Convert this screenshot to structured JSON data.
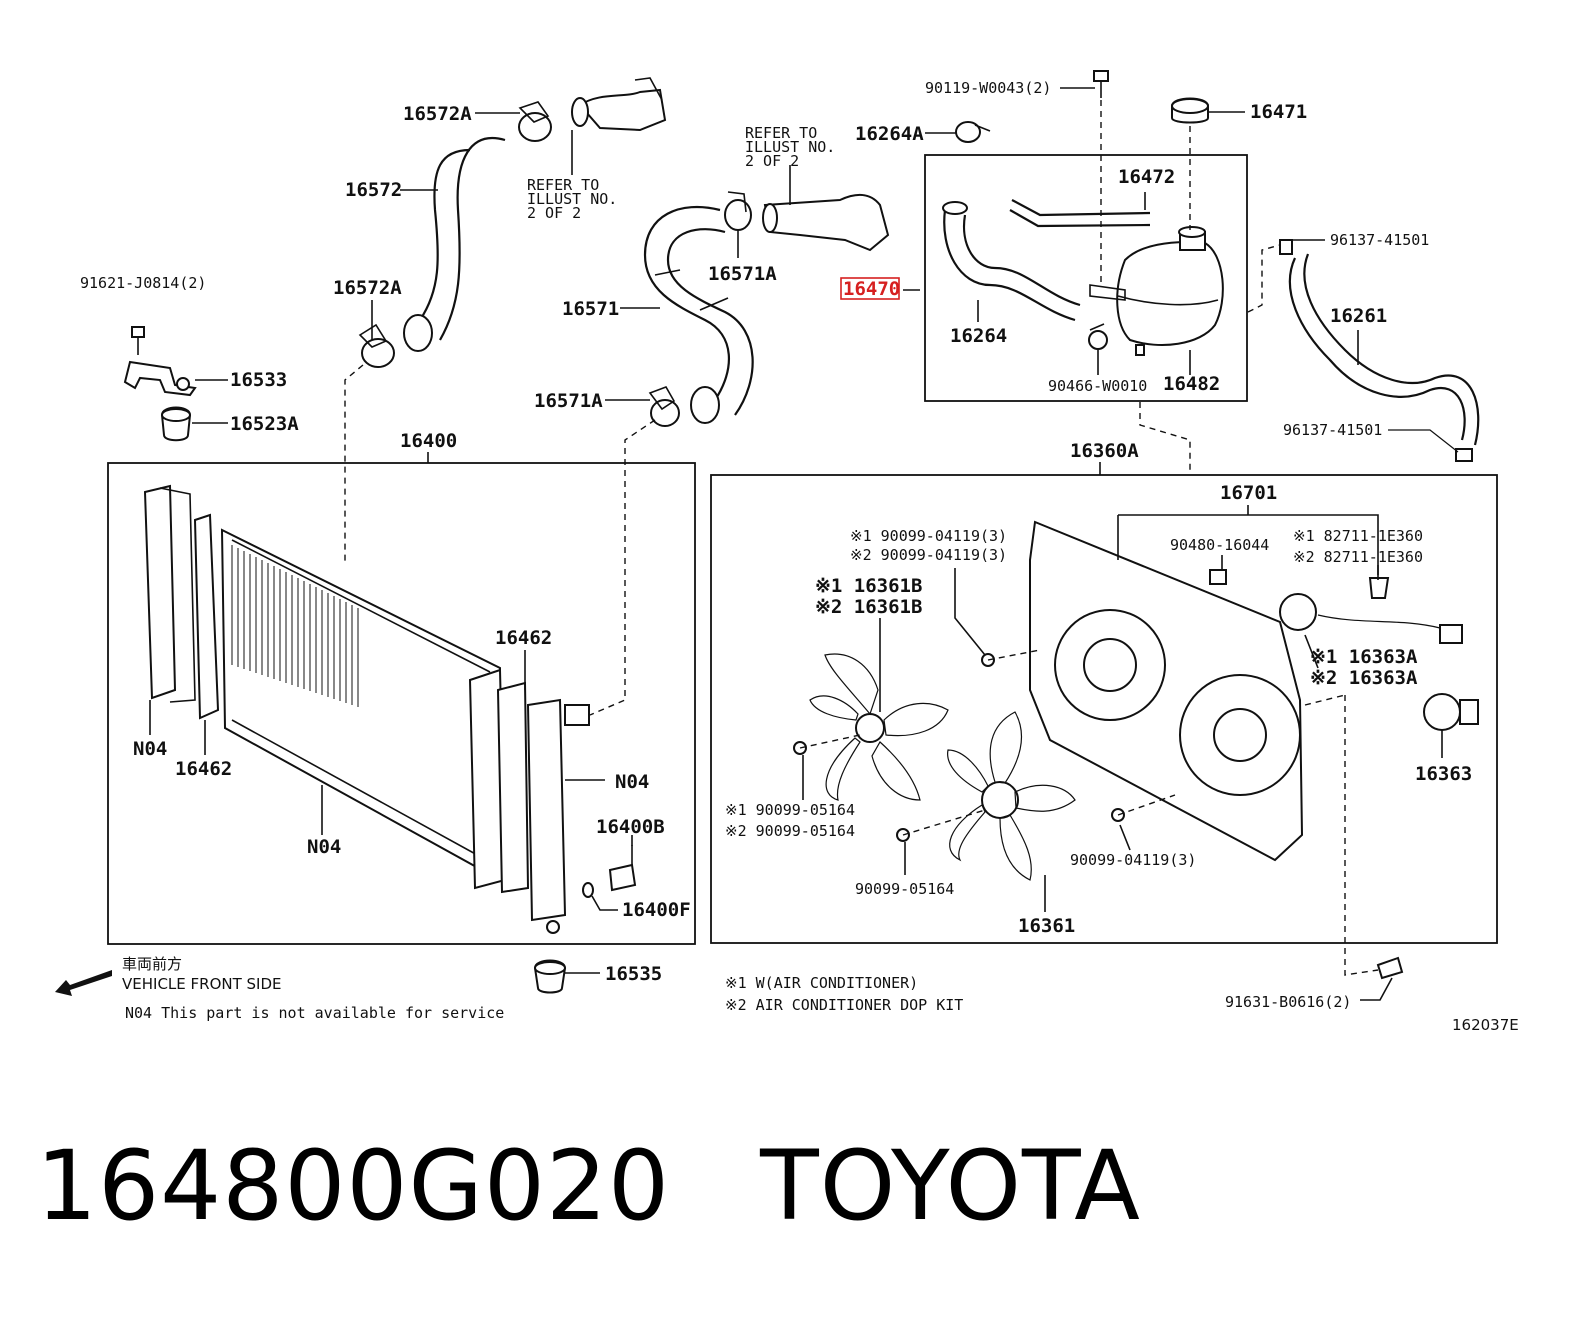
{
  "labels": {
    "p16572A_top": "16572A",
    "p16572": "16572",
    "refer1": [
      "REFER TO",
      "ILLUST NO.",
      "2 OF 2"
    ],
    "refer2": [
      "REFER TO",
      "ILLUST NO.",
      "2 OF 2"
    ],
    "p16264A": "16264A",
    "p90119": "90119-W0043(2)",
    "p16471": "16471",
    "p16472": "16472",
    "p91621": "91621-J0814(2)",
    "p16572A_mid": "16572A",
    "p16571A_top": "16571A",
    "p16571": "16571",
    "p16470": "16470",
    "p16264": "16264",
    "p96137_top": "96137-41501",
    "p16261": "16261",
    "p16533": "16533",
    "p90466": "90466-W0010",
    "p16482": "16482",
    "p16571A_bot": "16571A",
    "p16523A": "16523A",
    "p96137_bot": "96137-41501",
    "p16400": "16400",
    "p16360A": "16360A",
    "p16701": "16701",
    "p90480": "90480-16044",
    "p90099_04119_1": "※1 90099-04119(3)",
    "p90099_04119_2": "※2 90099-04119(3)",
    "p82711_1": "※1 82711-1E360",
    "p82711_2": "※2 82711-1E360",
    "p16361B_1": "※1 16361B",
    "p16361B_2": "※2 16361B",
    "p16462_top": "16462",
    "p16363A_1": "※1 16363A",
    "p16363A_2": "※2 16363A",
    "pN04_left": "N04",
    "p16462_left": "16462",
    "pN04_right": "N04",
    "p16363": "16363",
    "p16400B": "16400B",
    "p90099_05164_1": "※1 90099-05164",
    "p90099_05164_2": "※2 90099-05164",
    "pN04_bottom": "N04",
    "p90099_04119_single": "90099-04119(3)",
    "p16400F": "16400F",
    "p90099_05164_single": "90099-05164",
    "p16361": "16361",
    "p16535": "16535",
    "p91631": "91631-B0616(2)"
  },
  "notes": {
    "front_jp": "車両前方",
    "front_en": "VEHICLE FRONT SIDE",
    "n04_note": "N04  This part is not available for service",
    "legend1": "※1   W(AIR CONDITIONER)",
    "legend2": "※2   AIR CONDITIONER DOP KIT",
    "illustration_id": "162037E"
  },
  "caption": {
    "part_number": "164800G020",
    "brand": "TOYOTA"
  },
  "colors": {
    "highlight": "#d62020",
    "ink": "#111111"
  }
}
